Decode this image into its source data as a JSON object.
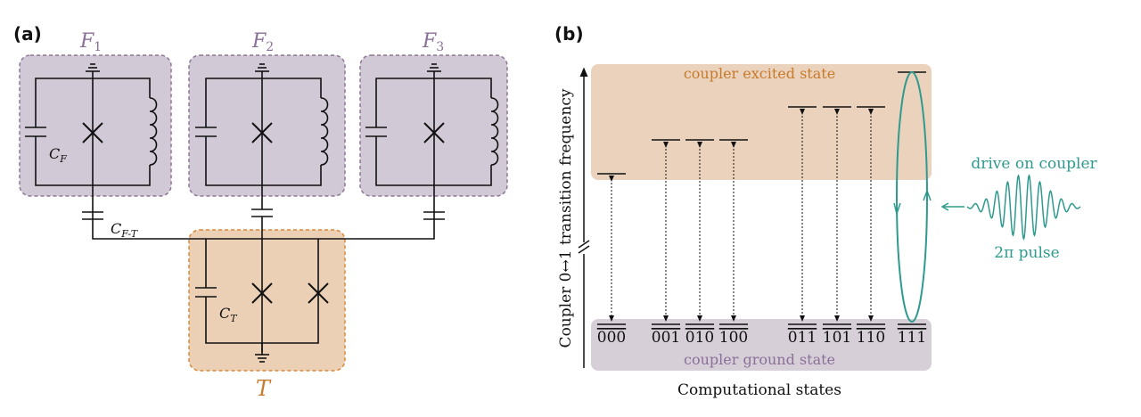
{
  "panel_a": {
    "label": "(a)",
    "fluxonium_labels": [
      "F",
      "F",
      "F"
    ],
    "fluxonium_subscripts": [
      "1",
      "2",
      "3"
    ],
    "transmon_label": "T",
    "cap_labels": {
      "cf": "C",
      "cf_sub": "F",
      "cft": "C",
      "cft_sub": "F-T",
      "ct": "C",
      "ct_sub": "T"
    }
  },
  "panel_b": {
    "label": "(b)",
    "excited_band_label": "coupler excited state",
    "ground_band_label": "coupler ground state",
    "y_axis_label": "Coupler 0↔1 transition frequency",
    "x_axis_label": "Computational states",
    "states": [
      "000",
      "001",
      "010",
      "100",
      "011",
      "101",
      "110",
      "111"
    ],
    "drive_label": "drive on coupler",
    "pulse_label": "2π pulse"
  },
  "colors": {
    "fluxonium_box": "#d2c9d6",
    "fluxonium_border": "#8d7697",
    "fluxonium_text": "#8a6f98",
    "transmon_box": "#ecd0b5",
    "transmon_border": "#d8893a",
    "transmon_text": "#c67a2b",
    "excited_band": "#ebd2bc",
    "ground_band": "#d7cfd8",
    "drive": "#2f9a8d"
  }
}
